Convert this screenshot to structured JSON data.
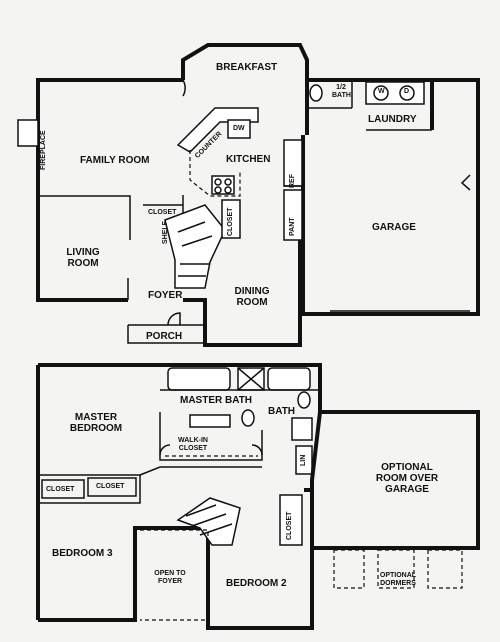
{
  "labels": {
    "breakfast": "BREAKFAST",
    "half_bath": "1/2 BATH",
    "w": "W",
    "d": "D",
    "laundry": "LAUNDRY",
    "fireplace": "FIREPLACE",
    "family_room": "FAMILY ROOM",
    "counter": "COUNTER",
    "dw": "DW",
    "kitchen": "KITCHEN",
    "ref": "REF",
    "pant": "PANT",
    "garage": "GARAGE",
    "closet_1": "CLOSET",
    "shelf": "SHELF",
    "closet_2": "CLOSET",
    "living_room": "LIVING ROOM",
    "foyer": "FOYER",
    "dining_room": "DINING ROOM",
    "porch": "PORCH",
    "master_bedroom": "MASTER BEDROOM",
    "master_bath": "MASTER BATH",
    "bath": "BATH",
    "walk_in_closet": "WALK-IN CLOSET",
    "lin": "LIN",
    "optional_room": "OPTIONAL ROOM OVER GARAGE",
    "closet_3": "CLOSET",
    "closet_4": "CLOSET",
    "bedroom_3": "BEDROOM 3",
    "closet_5": "CLOSET",
    "open_to_foyer": "OPEN TO FOYER",
    "bedroom_2": "BEDROOM 2",
    "optional_dormers": "OPTIONAL DORMERS"
  }
}
